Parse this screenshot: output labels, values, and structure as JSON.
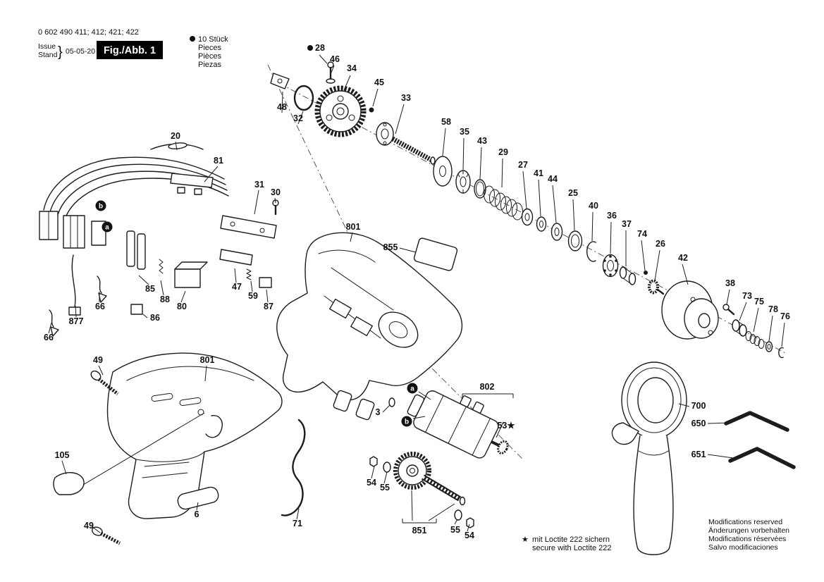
{
  "header": {
    "part_numbers": "0 602 490 411; 412; 421; 422",
    "issue_label": "Issue",
    "stand_label": "Stand",
    "brace": "}",
    "date": "05-05-20",
    "figure_label": "Fig./Abb. 1"
  },
  "legend": {
    "qty_de": "10 Stück",
    "qty_en": "Pieces",
    "qty_fr": "Pièces",
    "qty_es": "Piezas"
  },
  "footnote": {
    "star": "★",
    "de": "mit Loctite 222 sichern",
    "en": "secure with Loctite 222"
  },
  "footer": {
    "en": "Modifications reserved",
    "de": "Änderungen vorbehalten",
    "fr": "Modifications réservées",
    "es": "Salvo modificaciones"
  },
  "markers": {
    "a": "a",
    "b": "b"
  },
  "labels": {
    "p48": "48",
    "p32": "32",
    "p28": "28",
    "p46": "46",
    "p34": "34",
    "p45": "45",
    "p33": "33",
    "p58": "58",
    "p35": "35",
    "p43": "43",
    "p29": "29",
    "p27": "27",
    "p41": "41",
    "p44": "44",
    "p25": "25",
    "p40": "40",
    "p36": "36",
    "p37": "37",
    "p74": "74",
    "p26": "26",
    "p42": "42",
    "p38": "38",
    "p73": "73",
    "p75": "75",
    "p78": "78",
    "p76": "76",
    "p20": "20",
    "p81": "81",
    "p31": "31",
    "p30": "30",
    "p801a": "801",
    "p855": "855",
    "p85": "85",
    "p88": "88",
    "p80": "80",
    "p47": "47",
    "p59": "59",
    "p87": "87",
    "p66a": "66",
    "p877": "877",
    "p86": "86",
    "p66b": "66",
    "p49a": "49",
    "p801b": "801",
    "p105": "105",
    "p6": "6",
    "p71": "71",
    "p49b": "49",
    "p3": "3",
    "p802": "802",
    "p53": "53★",
    "p54a": "54",
    "p55a": "55",
    "p851": "851",
    "p55b": "55",
    "p54b": "54",
    "p700": "700",
    "p650": "650",
    "p651": "651"
  }
}
